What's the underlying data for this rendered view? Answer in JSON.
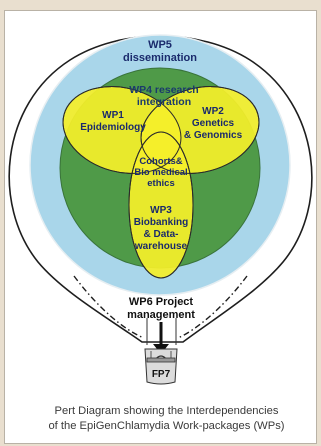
{
  "wp5": {
    "line1": "WP5",
    "line2": "dissemination"
  },
  "wp4": {
    "line1": "WP4 research",
    "line2": "integration"
  },
  "wp1": {
    "line1": "WP1",
    "line2": "Epidemiology"
  },
  "wp2": {
    "line1": "WP2",
    "line2": "Genetics",
    "line3": "& Genomics"
  },
  "center": {
    "line1": "Cohorts&",
    "line2": "Bio medical",
    "line3": "ethics"
  },
  "wp3": {
    "line1": "WP3",
    "line2": "Biobanking",
    "line3": "& Data-",
    "line4": "warehouse"
  },
  "wp6": {
    "line1": "WP6 Project",
    "line2": "management"
  },
  "basket": {
    "label": "FP7"
  },
  "caption": {
    "line1": "Pert Diagram showing the Interdependencies",
    "line2": "of the EpiGenChlamydia Work-packages (WPs)"
  },
  "colors": {
    "background": "#e9dfcf",
    "wp5_fill": "#a9d6ea",
    "wp4_fill": "#4f9a48",
    "yellow": "#f4ef2a",
    "text": "#1a2a6c"
  }
}
